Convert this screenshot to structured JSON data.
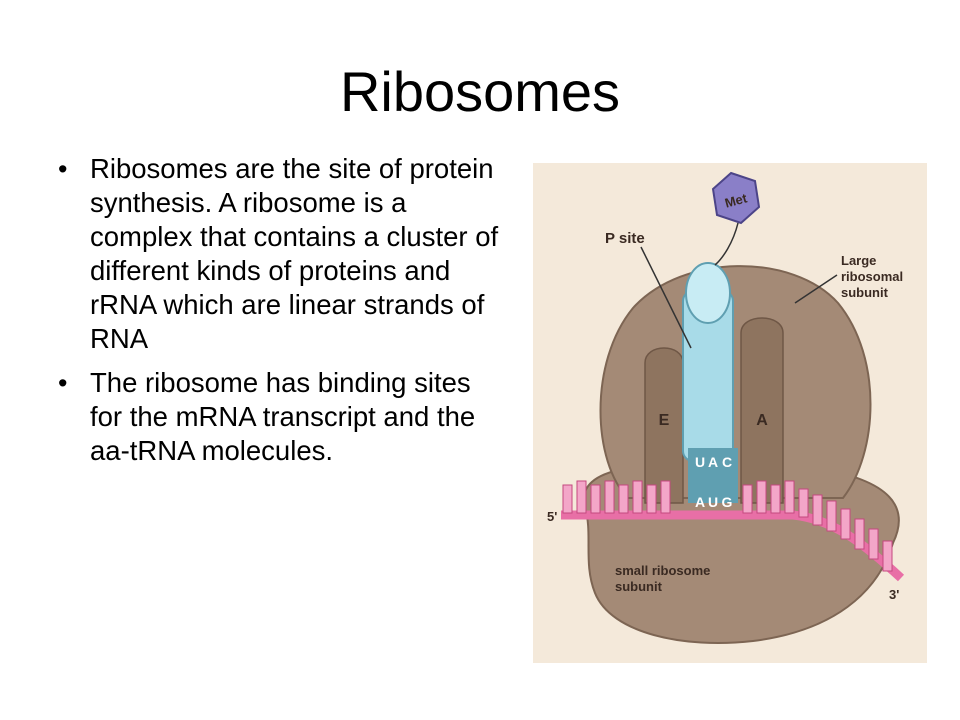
{
  "slide": {
    "title": "Ribosomes",
    "bullet_symbol": "•",
    "bullets": [
      "Ribosomes are the site of protein synthesis.  A ribosome is a complex that contains a cluster of different kinds of proteins and rRNA which are linear strands of RNA",
      "The ribosome has binding sites for the mRNA transcript and the aa-tRNA molecules."
    ]
  },
  "figure": {
    "labels": {
      "met": "Met",
      "p_site": "P site",
      "large_subunit_1": "Large",
      "large_subunit_2": "ribosomal",
      "large_subunit_3": "subunit",
      "e_site": "E",
      "a_site": "A",
      "five_prime": "5'",
      "three_prime": "3'",
      "small_subunit_1": "small ribosome",
      "small_subunit_2": "subunit"
    },
    "anticodon": [
      "U",
      "A",
      "C"
    ],
    "codon": [
      "A",
      "U",
      "G"
    ],
    "colors": {
      "ribosome": "#a48a76",
      "ribosome_dark": "#7d6553",
      "trna": "#a8dbe8",
      "mrna": "#e86fa6",
      "met": "#8a7fc8"
    }
  }
}
